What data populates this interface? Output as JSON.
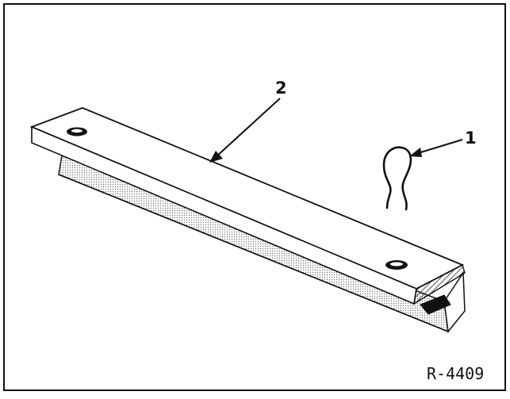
{
  "labels": {
    "part_1": "1",
    "part_2": "2"
  },
  "reference_code": "R-4409",
  "colors": {
    "ink": "#111111",
    "paper": "#ffffff"
  }
}
